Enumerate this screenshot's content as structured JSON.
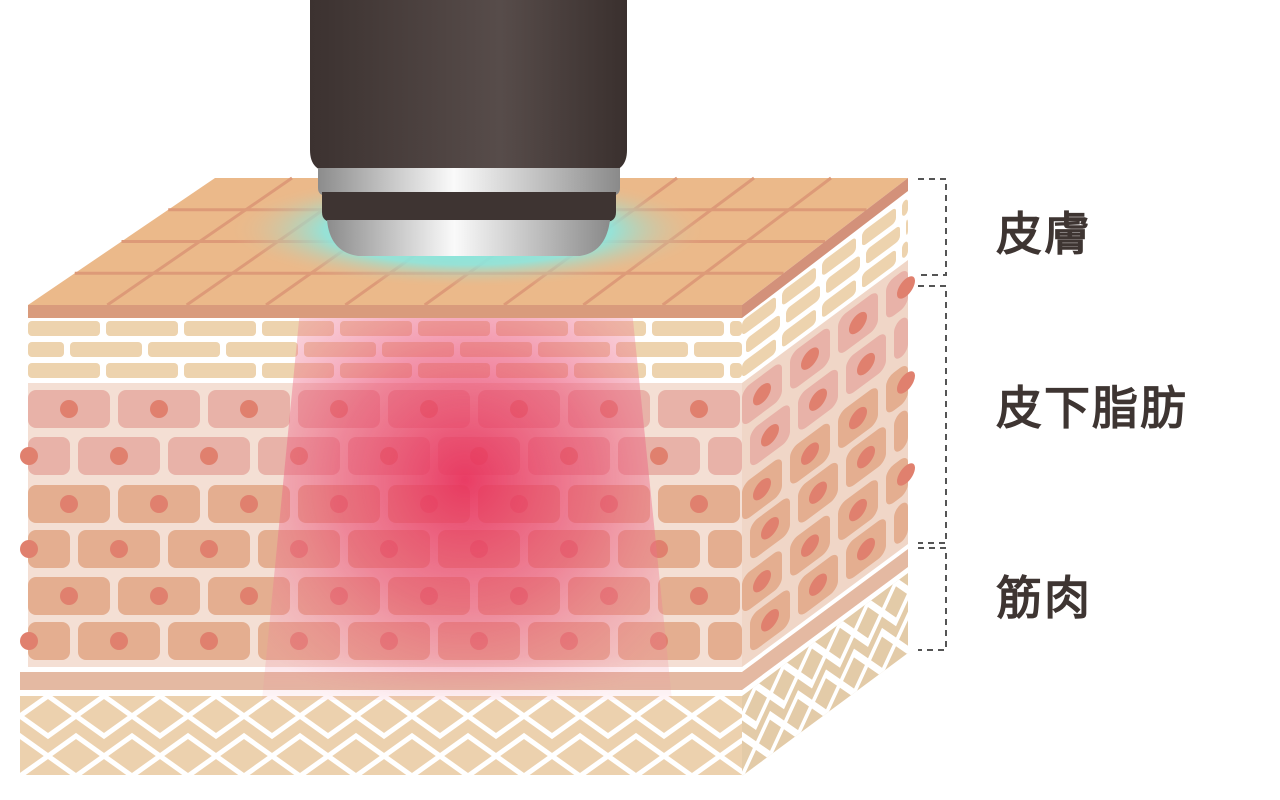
{
  "labels": {
    "skin": "皮膚",
    "subcutaneous_fat": "皮下脂肪",
    "muscle": "筋肉"
  },
  "colors": {
    "skin_top": "#ebb98a",
    "skin_edge": "#d99b7c",
    "epidermis_brick": "#edd3ae",
    "fat_cell": "#e8b2a8",
    "fat_nucleus": "#e0806e",
    "fat_bg": "#f4dfd4",
    "muscle": "#ecd1ae",
    "glow": "#7fe6e0",
    "beam": "#e8345e",
    "device": "#4a3f3d",
    "text": "#3e3532"
  }
}
